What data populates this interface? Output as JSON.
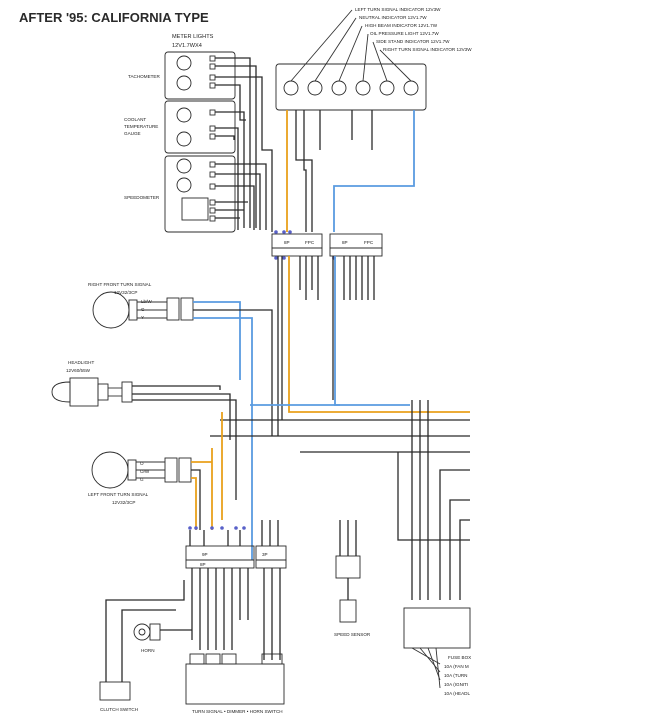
{
  "title": "AFTER '95: CALIFORNIA TYPE",
  "meter_lights": {
    "line1": "METER LIGHTS",
    "line2": "12V1.7WX4"
  },
  "gauges": {
    "tachometer": "TACHOMETER",
    "coolant_1": "COOLANT",
    "coolant_2": "TEMPERATURE",
    "coolant_3": "GAUGE",
    "speedometer": "SPEEDOMETER"
  },
  "indicators": [
    "LEFT TURN SIGNAL INDICATOR 12V3W",
    "NEUTRAL INDICATOR 12V1.7W",
    "HIGH BEAM INDICATOR 12V1.7W",
    "OIL PRESSURE LIGHT 12V1.7W",
    "SIDE STAND INDICATOR 12V1.7W",
    "RIGHT TURN SIGNAL INDICATOR 12V3W"
  ],
  "connectors": {
    "c8p_top": "8P",
    "fpc_top": "FPC",
    "c9p_bottom": "9P",
    "c3p_bottom": "3P",
    "c8p_label": "8P"
  },
  "right_front_turn": {
    "line1": "RIGHT FRONT TURN SIGNAL",
    "line2": "12V32/3CP"
  },
  "right_front_wires": [
    "Lb/W",
    "G",
    "Y"
  ],
  "headlight": {
    "line1": "HEADLIGHT",
    "line2": "12V60/55W"
  },
  "left_front_turn": {
    "line1": "LEFT FRONT TURN SIGNAL",
    "line2": "12V32/3CP"
  },
  "left_front_wires": [
    "O",
    "O/W",
    "G"
  ],
  "horn": "HORN",
  "clutch_switch": "CLUTCH SWITCH",
  "speed_sensor": "SPEED SENSOR",
  "switch_label": "TURN SIGNAL • DIMMER • HORN SWITCH",
  "fuse_box": {
    "title": "FUSE BOX",
    "rows": [
      "10A (FAN M",
      "10A (TURN",
      "10A (IGNITI",
      "10A (HEADL"
    ]
  },
  "colors": {
    "blue_wire": "#5a9be0",
    "orange_wire": "#e9a11c",
    "ink": "#2b2b2b"
  }
}
